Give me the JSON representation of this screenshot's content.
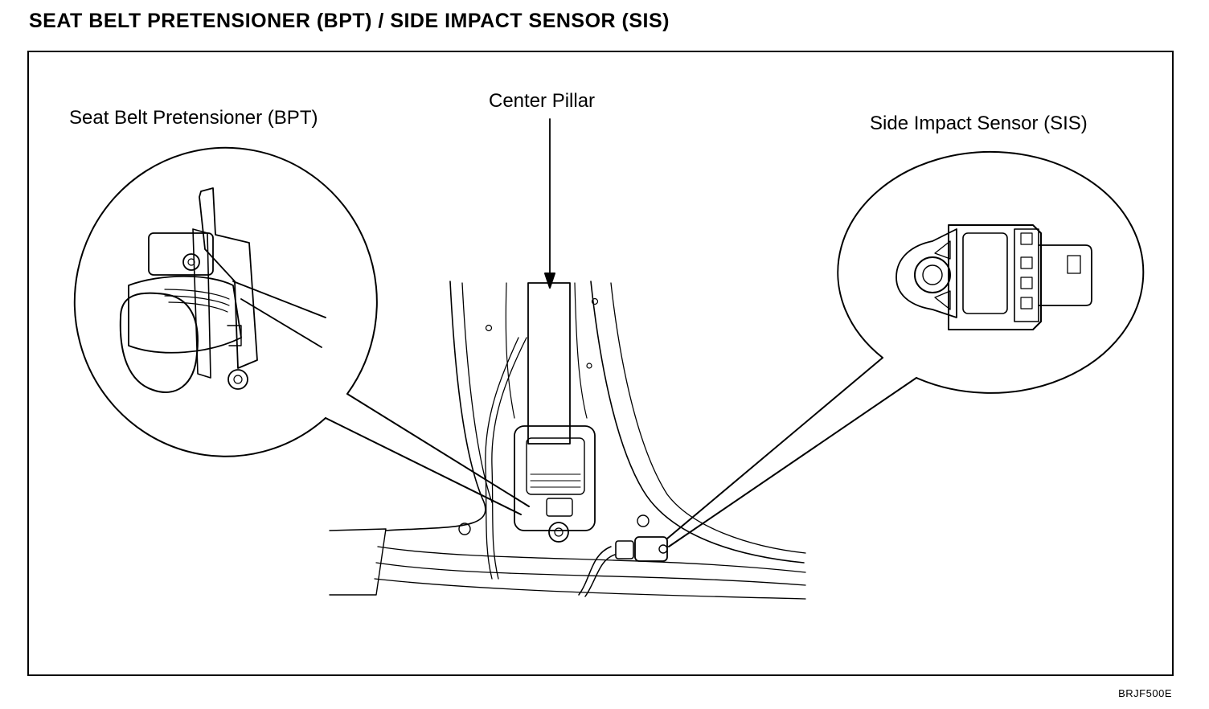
{
  "title": "SEAT BELT PRETENSIONER (BPT) / SIDE IMPACT SENSOR (SIS)",
  "labels": {
    "bpt": "Seat Belt Pretensioner (BPT)",
    "center_pillar": "Center Pillar",
    "sis": "Side Impact Sensor (SIS)"
  },
  "figure_code": "BRJF500E"
}
